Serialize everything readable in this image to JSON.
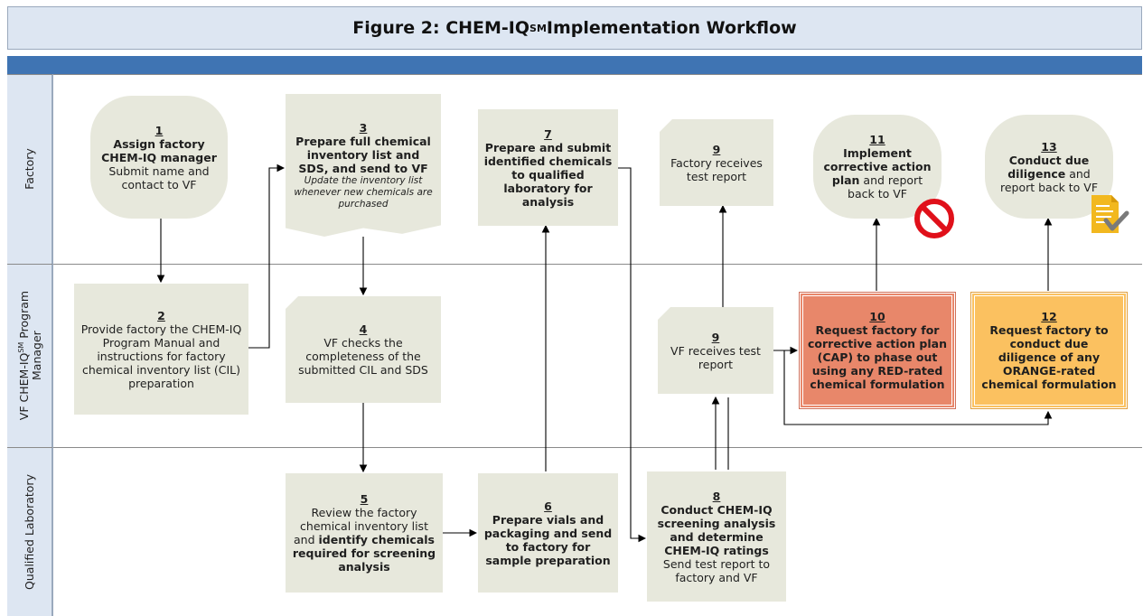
{
  "title": {
    "main": "Figure 2: CHEM-IQ",
    "sup": "SM",
    "rest": " Implementation Workflow"
  },
  "lanes": {
    "factory": "Factory",
    "vf": {
      "pre": "VF CHEM-IQ",
      "sup": "SM",
      "post": " Program",
      "line2": "Manager"
    },
    "lab": "Qualified Laboratory"
  },
  "nodes": {
    "n1": {
      "num": "1",
      "bold": "Assign factory CHEM-IQ manager",
      "text": "Submit name and contact to VF"
    },
    "n2": {
      "num": "2",
      "text": "Provide factory the CHEM-IQ Program Manual and instructions for factory chemical inventory list (CIL) preparation"
    },
    "n3": {
      "num": "3",
      "bold": "Prepare full chemical inventory list and SDS, and send to VF",
      "italic": "Update the inventory list whenever new chemicals are purchased"
    },
    "n4": {
      "num": "4",
      "text": "VF checks the completeness of the submitted CIL and SDS"
    },
    "n5": {
      "num": "5",
      "text": "Review the factory chemical inventory list and ",
      "bold": "identify chemicals required for screening analysis"
    },
    "n6": {
      "num": "6",
      "bold": "Prepare vials and packaging and send to factory for sample preparation"
    },
    "n7": {
      "num": "7",
      "bold": "Prepare and submit identified chemicals to qualified laboratory for analysis"
    },
    "n8": {
      "num": "8",
      "bold": "Conduct CHEM-IQ screening analysis and determine CHEM-IQ ratings",
      "text": "Send test report to factory and VF"
    },
    "n9a": {
      "num": "9",
      "text": "Factory receives test report"
    },
    "n9b": {
      "num": "9",
      "text": "VF receives test report"
    },
    "n10": {
      "num": "10",
      "bold": "Request factory for corrective action plan (CAP) to phase out using any RED-rated chemical formulation"
    },
    "n11": {
      "num": "11",
      "bold": "Implement corrective action plan",
      "text": " and report back to VF"
    },
    "n12": {
      "num": "12",
      "bold": "Request factory to conduct due diligence of any ORANGE-rated chemical formulation"
    },
    "n13": {
      "num": "13",
      "bold": "Conduct due diligence",
      "text": " and report back to VF"
    }
  },
  "icons": {
    "prohibited": "no-entry-icon",
    "document_check": "document-check-icon"
  },
  "colors": {
    "node_fill": "#e7e8dc",
    "red_node": "#e8876a",
    "orange_node": "#fbc160",
    "header_band": "#3f74b3",
    "prohibited": "#e0101a"
  }
}
